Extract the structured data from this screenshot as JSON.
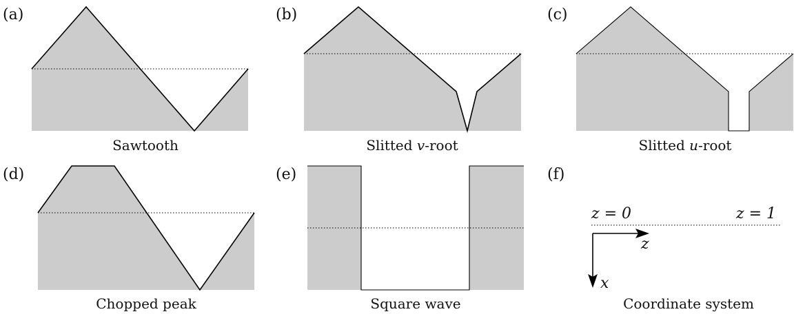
{
  "panels": [
    {
      "id": "a",
      "label": "(a)",
      "caption": "Sawtooth"
    },
    {
      "id": "b",
      "label": "(b)",
      "caption_pre": "Slitted ",
      "caption_var": "v",
      "caption_post": "-root"
    },
    {
      "id": "c",
      "label": "(c)",
      "caption_pre": "Slitted ",
      "caption_var": "u",
      "caption_post": "-root"
    },
    {
      "id": "d",
      "label": "(d)",
      "caption": "Chopped peak"
    },
    {
      "id": "e",
      "label": "(e)",
      "caption": "Square wave"
    },
    {
      "id": "f",
      "label": "(f)",
      "caption": "Coordinate system"
    }
  ],
  "coordinate_system": {
    "z0_label": "z = 0",
    "z1_label": "z = 1",
    "z_axis": "z",
    "x_axis": "x"
  },
  "colors": {
    "fill": "#cccccc",
    "line": "#000000"
  }
}
